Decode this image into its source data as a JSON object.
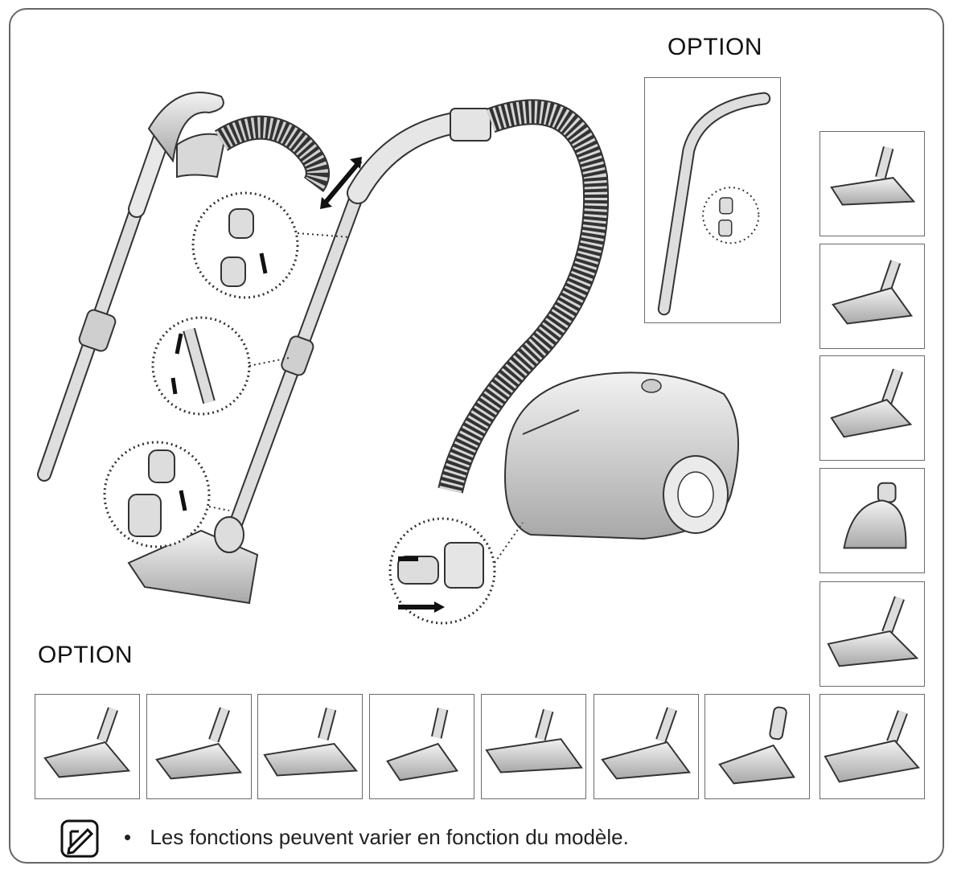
{
  "labels": {
    "option_top": "OPTION",
    "option_bottom": "OPTION"
  },
  "note": {
    "icon": "note-pencil-icon",
    "bullet": "•",
    "text": "Les fonctions peuvent varier en fonction du modèle."
  },
  "illustration": {
    "main": "vacuum-cleaner-assembly-illustration",
    "callouts": [
      "pipe-connection-callout",
      "handle-lock-callout",
      "nozzle-connection-callout",
      "hose-inlet-callout"
    ]
  },
  "accessories_right": [
    "floor-brush-icon",
    "turbo-brush-icon",
    "pet-brush-icon",
    "mini-turbo-brush-icon",
    "parquet-brush-icon"
  ],
  "accessories_bottom": [
    "floor-brush-icon",
    "hard-floor-brush-icon",
    "slim-brush-icon",
    "compact-turbo-brush-icon",
    "wide-parquet-brush-icon",
    "carpet-brush-icon",
    "round-brush-icon",
    "flat-brush-icon"
  ],
  "colors": {
    "frame": "#666666",
    "line": "#333333",
    "fill_light": "#eeeeee",
    "fill_mid": "#d5d5d5",
    "fill_dark": "#b0b0b0"
  }
}
